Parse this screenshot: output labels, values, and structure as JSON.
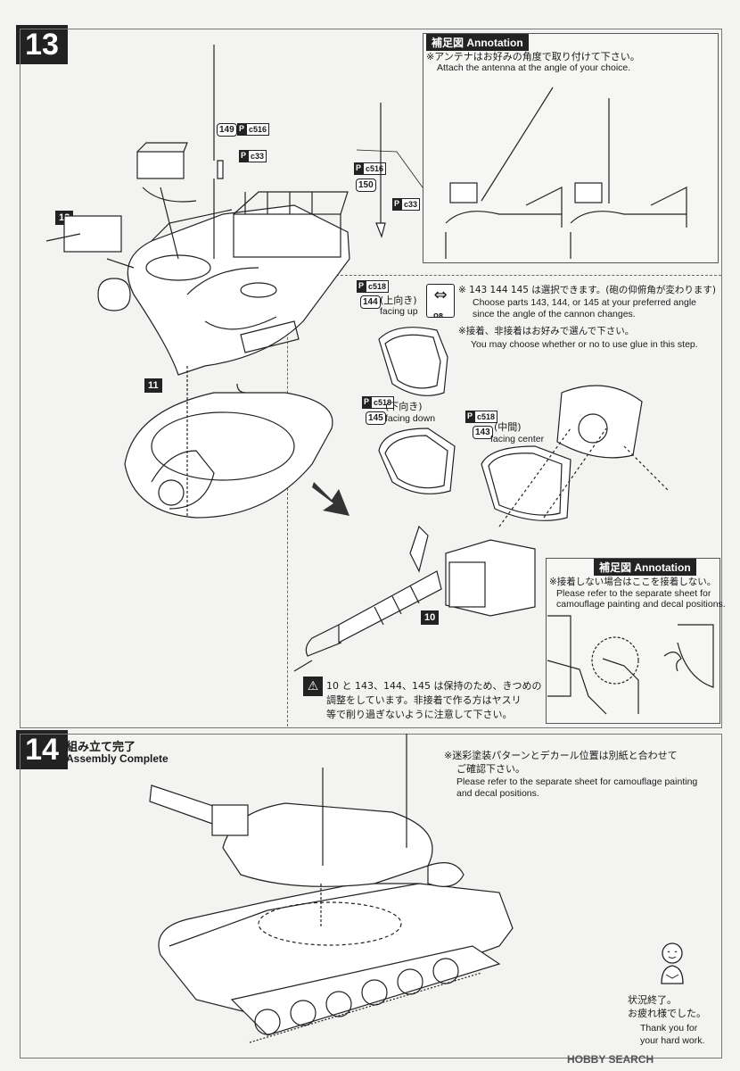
{
  "step13": {
    "number": "13",
    "annotation_top": {
      "title": "補足図 Annotation",
      "jp": "※アンテナはお好みの角度で取り付けて下さい。",
      "en": "Attach the antenna at the angle of your choice."
    },
    "labels": {
      "part149": "149",
      "part150": "150",
      "pc516_a": "c516",
      "pc33_a": "c33",
      "pc516_b": "c516",
      "pc33_b": "c33",
      "step12": "12",
      "step11": "11",
      "step10": "10",
      "p_letter": "P"
    },
    "choice": {
      "note_jp": "※ 143 144 145 は選択できます。(砲の仰俯角が変わります)",
      "note_en1": "Choose parts 143, 144, or 145 at your preferred angle",
      "note_en2": "since the angle of the cannon changes.",
      "glue_jp": "※接着、非接着はお好みで選んで下さい。",
      "glue_en": "You may choose whether or no to use glue in this step.",
      "or_label": "OR",
      "p144": {
        "num": "144",
        "jp": "(上向き)",
        "en": "facing up",
        "pc": "c518"
      },
      "p145": {
        "num": "145",
        "jp": "(下向き)",
        "en": "facing down",
        "pc": "c518"
      },
      "p143": {
        "num": "143",
        "jp": "(中間)",
        "en": "facing center",
        "pc": "c518"
      }
    },
    "annotation_bottom": {
      "title": "補足図 Annotation",
      "jp": "※接着しない場合はここを接着しない。",
      "en1": "Please refer to the separate sheet for",
      "en2": "camouflage painting and decal positions."
    },
    "caution": {
      "line1": "10 と 143、144、145 は保持のため、きつめの",
      "line2": "調整をしています。非接着で作る方はヤスリ",
      "line3": "等で削り過ぎないように注意して下さい。"
    }
  },
  "step14": {
    "number": "14",
    "title_jp": "組み立て完了",
    "title_en": "Assembly Complete",
    "note_jp1": "※迷彩塗装パターンとデカール位置は別紙と合わせて",
    "note_jp2": "ご確認下さい。",
    "note_en1": "Please refer to the separate sheet for camouflage painting",
    "note_en2": "and decal positions.",
    "closing_jp1": "状況終了。",
    "closing_jp2": "お疲れ様でした。",
    "closing_en1": "Thank you for",
    "closing_en2": "your hard work."
  },
  "watermark": "HOBBY SEARCH"
}
